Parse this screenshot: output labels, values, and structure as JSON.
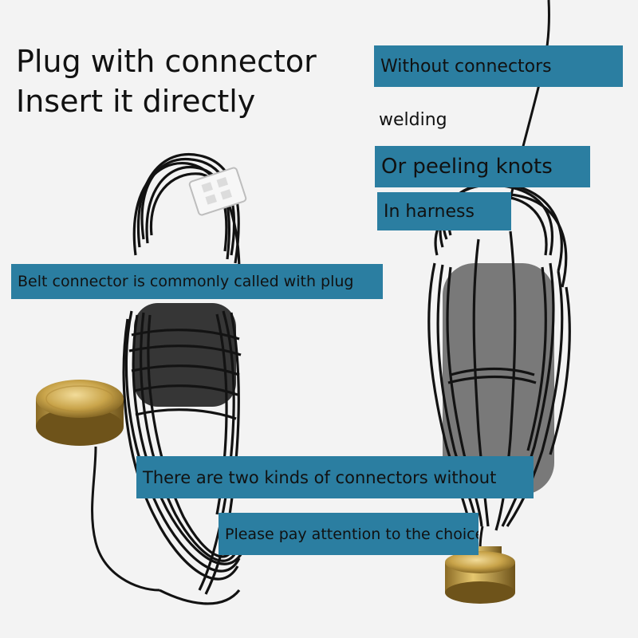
{
  "image": {
    "description_free": true,
    "colors": {
      "background": "#f3f3f3",
      "label_box": "#2b7ea1",
      "cable": "#111111",
      "brass": "#c9a44a"
    }
  },
  "headings": {
    "line1": "Plug with connector",
    "line2": "Insert it directly"
  },
  "labels": {
    "without_connectors": "Without connectors",
    "welding": "welding",
    "peeling_knots": "Or peeling knots",
    "in_harness": "In harness",
    "belt_connector": "Belt connector is commonly called with plug",
    "two_kinds": "There are two kinds of connectors without",
    "pay_attention": "Please pay attention to the choice"
  }
}
